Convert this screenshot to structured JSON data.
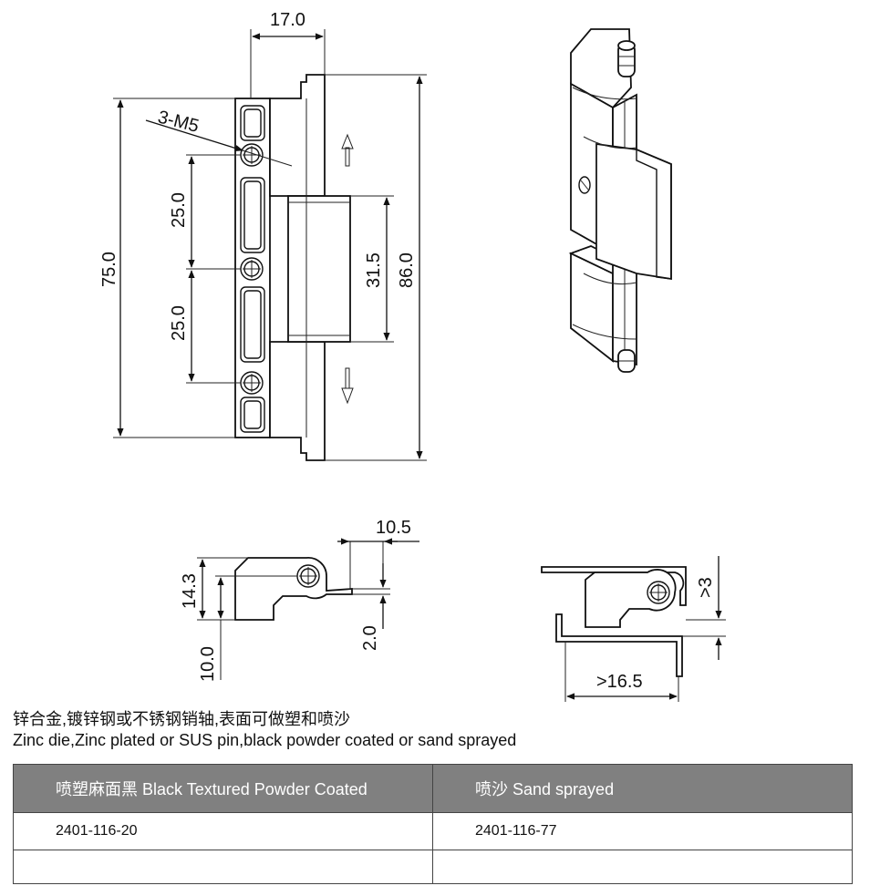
{
  "drawing": {
    "dims": {
      "top_width": "17.0",
      "hole_spec": "3-M5",
      "pitch_upper": "25.0",
      "pitch_lower": "25.0",
      "overall_75": "75.0",
      "leaf_31_5": "31.5",
      "overall_86": "86.0",
      "offset_10_5": "10.5",
      "height_14_3": "14.3",
      "height_10_0": "10.0",
      "pin_2_0": "2.0",
      "gap_3": ">3",
      "clearance_16_5": ">16.5"
    }
  },
  "description": {
    "cn": "锌合金,镀锌钢或不锈钢销轴,表面可做塑和喷沙",
    "en": "Zinc die,Zinc plated or SUS pin,black powder coated or sand sprayed"
  },
  "table": {
    "headers": [
      "喷塑麻面黑 Black Textured Powder Coated",
      "喷沙 Sand sprayed"
    ],
    "rows": [
      [
        "2401-116-20",
        "2401-116-77"
      ],
      [
        "",
        ""
      ]
    ]
  }
}
